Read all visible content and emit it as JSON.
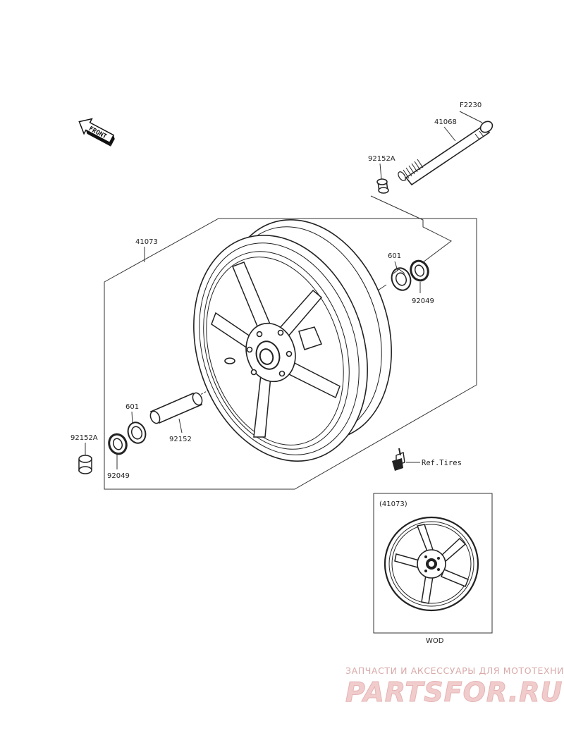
{
  "front_arrow_text": "FRONT",
  "labels": {
    "f2230": "F2230",
    "p41068": "41068",
    "p92152a_top": "92152A",
    "p41073": "41073",
    "p601_right": "601",
    "p92049_right": "92049",
    "p601_left": "601",
    "p92152": "92152",
    "p92152a_left": "92152A",
    "p92049_left": "92049",
    "ref_tires": "Ref.Tires"
  },
  "inset": {
    "label": "(41073)",
    "color_code": "WOD"
  },
  "watermark": {
    "tagline": "ЗАПЧАСТИ И АКСЕССУАРЫ ДЛЯ МОТОТЕХНИКИ",
    "brand": "PARTSFOR.RU"
  }
}
